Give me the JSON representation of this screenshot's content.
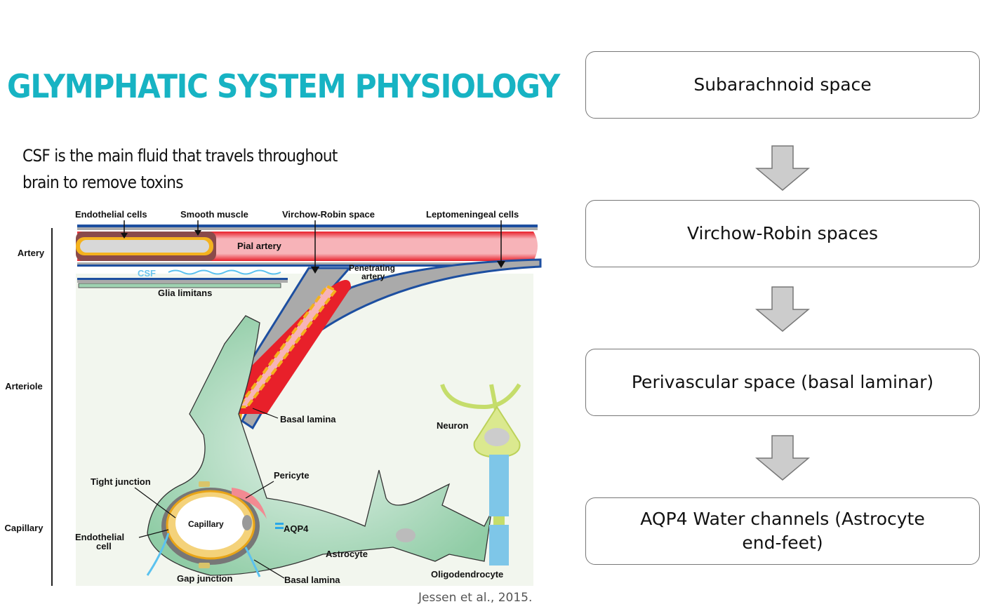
{
  "slide": {
    "title": "GLYMPHATIC SYSTEM PHYSIOLOGY",
    "subtitle": "CSF is the main fluid that travels throughout brain to remove toxins",
    "citation": "Jessen et al., 2015.",
    "accent_color": "#17b3c3"
  },
  "figure": {
    "level_labels": [
      "Artery",
      "Arteriole",
      "Capillary"
    ],
    "labels": {
      "endothelial_cells": "Endothelial cells",
      "smooth_muscle": "Smooth muscle",
      "virchow_robin": "Virchow-Robin space",
      "leptomeningeal": "Leptomeningeal cells",
      "pial_artery": "Pial artery",
      "csf": "CSF",
      "penetrating_artery_1": "Penetrating",
      "penetrating_artery_2": "artery",
      "glia_limitans": "Glia limitans",
      "basal_lamina_top": "Basal lamina",
      "neuron": "Neuron",
      "pericyte": "Pericyte",
      "tight_junction": "Tight junction",
      "capillary": "Capillary",
      "aqp4": "AQP4",
      "endothelial_cell_1": "Endothelial",
      "endothelial_cell_2": "cell",
      "astrocyte": "Astrocyte",
      "gap_junction": "Gap junction",
      "basal_lamina_bottom": "Basal lamina",
      "oligodendrocyte": "Oligodendrocyte"
    }
  },
  "flowchart": {
    "steps": [
      {
        "label": "Subarachnoid space"
      },
      {
        "label": "Virchow-Robin spaces"
      },
      {
        "label": "Perivascular space (basal laminar)"
      },
      {
        "label": "AQP4 Water channels (Astrocyte end-feet)"
      }
    ],
    "arrow_icon": "down-arrow-icon"
  }
}
